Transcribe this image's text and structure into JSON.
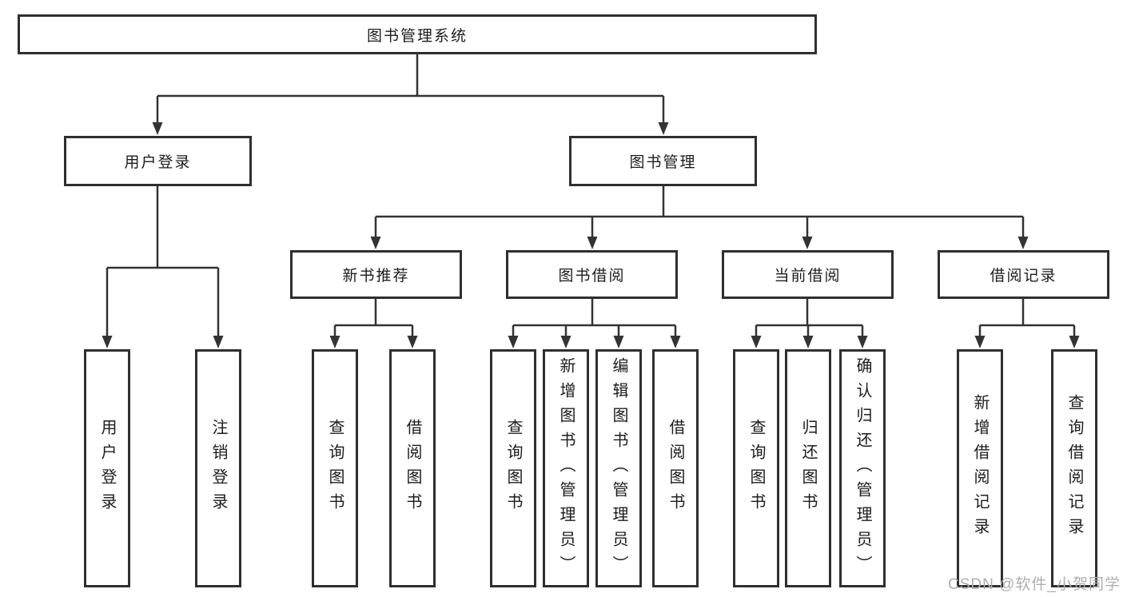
{
  "diagram": {
    "root": {
      "label": "图书管理系统",
      "children": [
        {
          "label": "用户登录",
          "children": [
            {
              "label": "用户登录"
            },
            {
              "label": "注销登录"
            }
          ]
        },
        {
          "label": "图书管理",
          "children": [
            {
              "label": "新书推荐",
              "children": [
                {
                  "label": "查询图书"
                },
                {
                  "label": "借阅图书"
                }
              ]
            },
            {
              "label": "图书借阅",
              "children": [
                {
                  "label": "查询图书"
                },
                {
                  "label": "新增图书（管理员）"
                },
                {
                  "label": "编辑图书（管理员）"
                },
                {
                  "label": "借阅图书"
                }
              ]
            },
            {
              "label": "当前借阅",
              "children": [
                {
                  "label": "查询图书"
                },
                {
                  "label": "归还图书"
                },
                {
                  "label": "确认归还（管理员）"
                }
              ]
            },
            {
              "label": "借阅记录",
              "children": [
                {
                  "label": "新增借阅记录"
                },
                {
                  "label": "查询借阅记录"
                }
              ]
            }
          ]
        }
      ]
    },
    "colors": {
      "line": "#333333",
      "box_border": "#2f2f2f",
      "text": "#1c1c1c",
      "watermark": "#aeaeae"
    }
  },
  "watermark": {
    "text": "CSDN @软件_小贺同学"
  }
}
